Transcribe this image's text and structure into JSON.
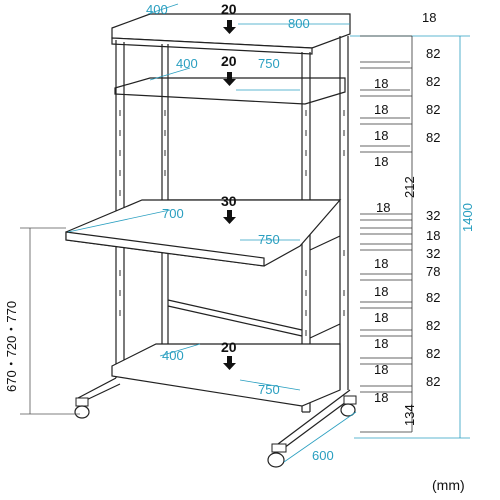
{
  "unit_label": "(mm)",
  "top_shelf": {
    "depth": "400",
    "width": "800",
    "load": "20"
  },
  "upper_shelf": {
    "depth": "400",
    "width": "750",
    "load": "20"
  },
  "keyboard_shelf": {
    "depth": "700",
    "width": "750",
    "load": "30"
  },
  "bottom_shelf": {
    "depth": "400",
    "width": "750",
    "load": "20"
  },
  "overall_height": "1400",
  "base_depth": "600",
  "desk_height_options": "670・720・770",
  "right_dims": {
    "top": "18",
    "right_col": [
      "82",
      "82",
      "82",
      "82"
    ],
    "left_col": [
      "18",
      "18",
      "18",
      "18"
    ],
    "mid_212": "212",
    "mid_18a": "18",
    "mid_32a": "32",
    "mid_18b": "18",
    "mid_32b": "32",
    "mid_18c": "18",
    "mid_78": "78",
    "lower_left": [
      "18",
      "18",
      "18",
      "18"
    ],
    "lower_right": [
      "82",
      "82",
      "82",
      "82"
    ],
    "bottom_18": "18",
    "bottom_134": "134"
  }
}
